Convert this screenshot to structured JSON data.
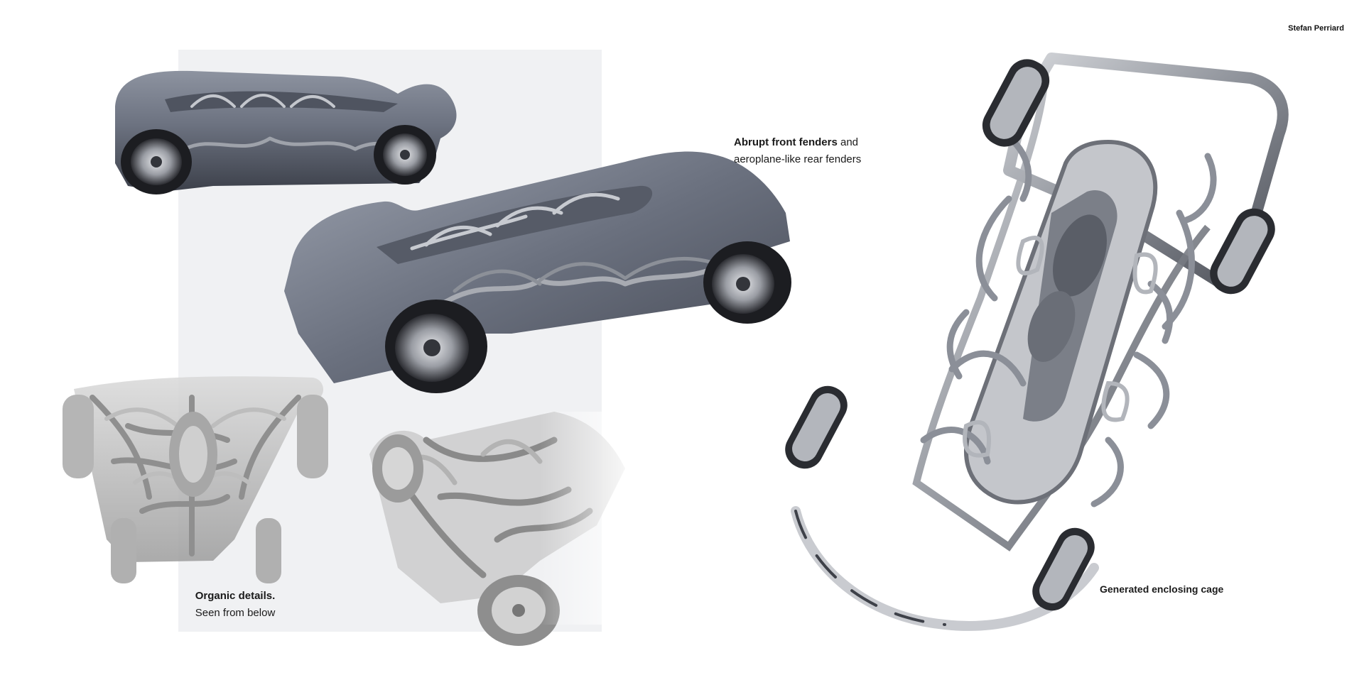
{
  "author": "Stefan Perriard",
  "captions": {
    "fenders": {
      "bold": "Abrupt front fenders",
      "rest_line1": " and",
      "line2": "aeroplane-like rear fenders"
    },
    "organic": {
      "line1": "Organic details.",
      "line2": "Seen from below"
    },
    "cage": "Generated enclosing cage"
  },
  "colors": {
    "panel_background": "#f0f1f3",
    "body_paint": "#6e7482",
    "chrome": "#b9bcc2",
    "tire": "#1c1d21"
  }
}
